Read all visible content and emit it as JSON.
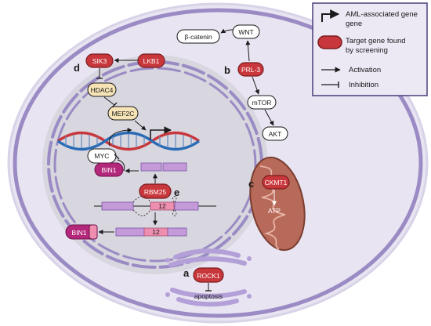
{
  "legend": {
    "gene_label": "AML-associated gene",
    "gene_line2": "",
    "target_label_line1": "Target gene found",
    "target_label_line2": "by screening",
    "activation_label": "Activation",
    "inhibition_label": "Inhibition"
  },
  "panels": {
    "a": "a",
    "b": "b",
    "c": "c",
    "d": "d",
    "e": "e"
  },
  "genes": {
    "wnt": "WNT",
    "beta_catenin": "β-catenin",
    "prl3": "PRL-3",
    "mtor": "mTOR",
    "akt": "AKT",
    "sik3": "SIK3",
    "lkb1": "LKB1",
    "hdac4": "HDAC4",
    "mef2c": "MEF2C",
    "myc": "MYC",
    "bin1_top": "BIN1",
    "rbm25": "RBM25",
    "exon12_top": "12",
    "exon12_bottom": "12",
    "bin1_bottom": "BIN1",
    "ckmt1": "CKMT1",
    "atp": "ATP",
    "rock1": "ROCK1",
    "apoptosis": "apoptosis"
  },
  "colors": {
    "target_fill": "#c8373b",
    "target_stroke": "#7a1c1f",
    "bin1_fill": "#b4287c",
    "exon_fill": "#c49ad8",
    "exon12_fill": "#ee8fb0",
    "mito_fill": "#b86a5a",
    "golgi_fill": "#b3a0d8",
    "cell_fill": "#e8e4f1",
    "nucleus_fill": "#d8d6df",
    "membrane": "#9b8bc4"
  }
}
